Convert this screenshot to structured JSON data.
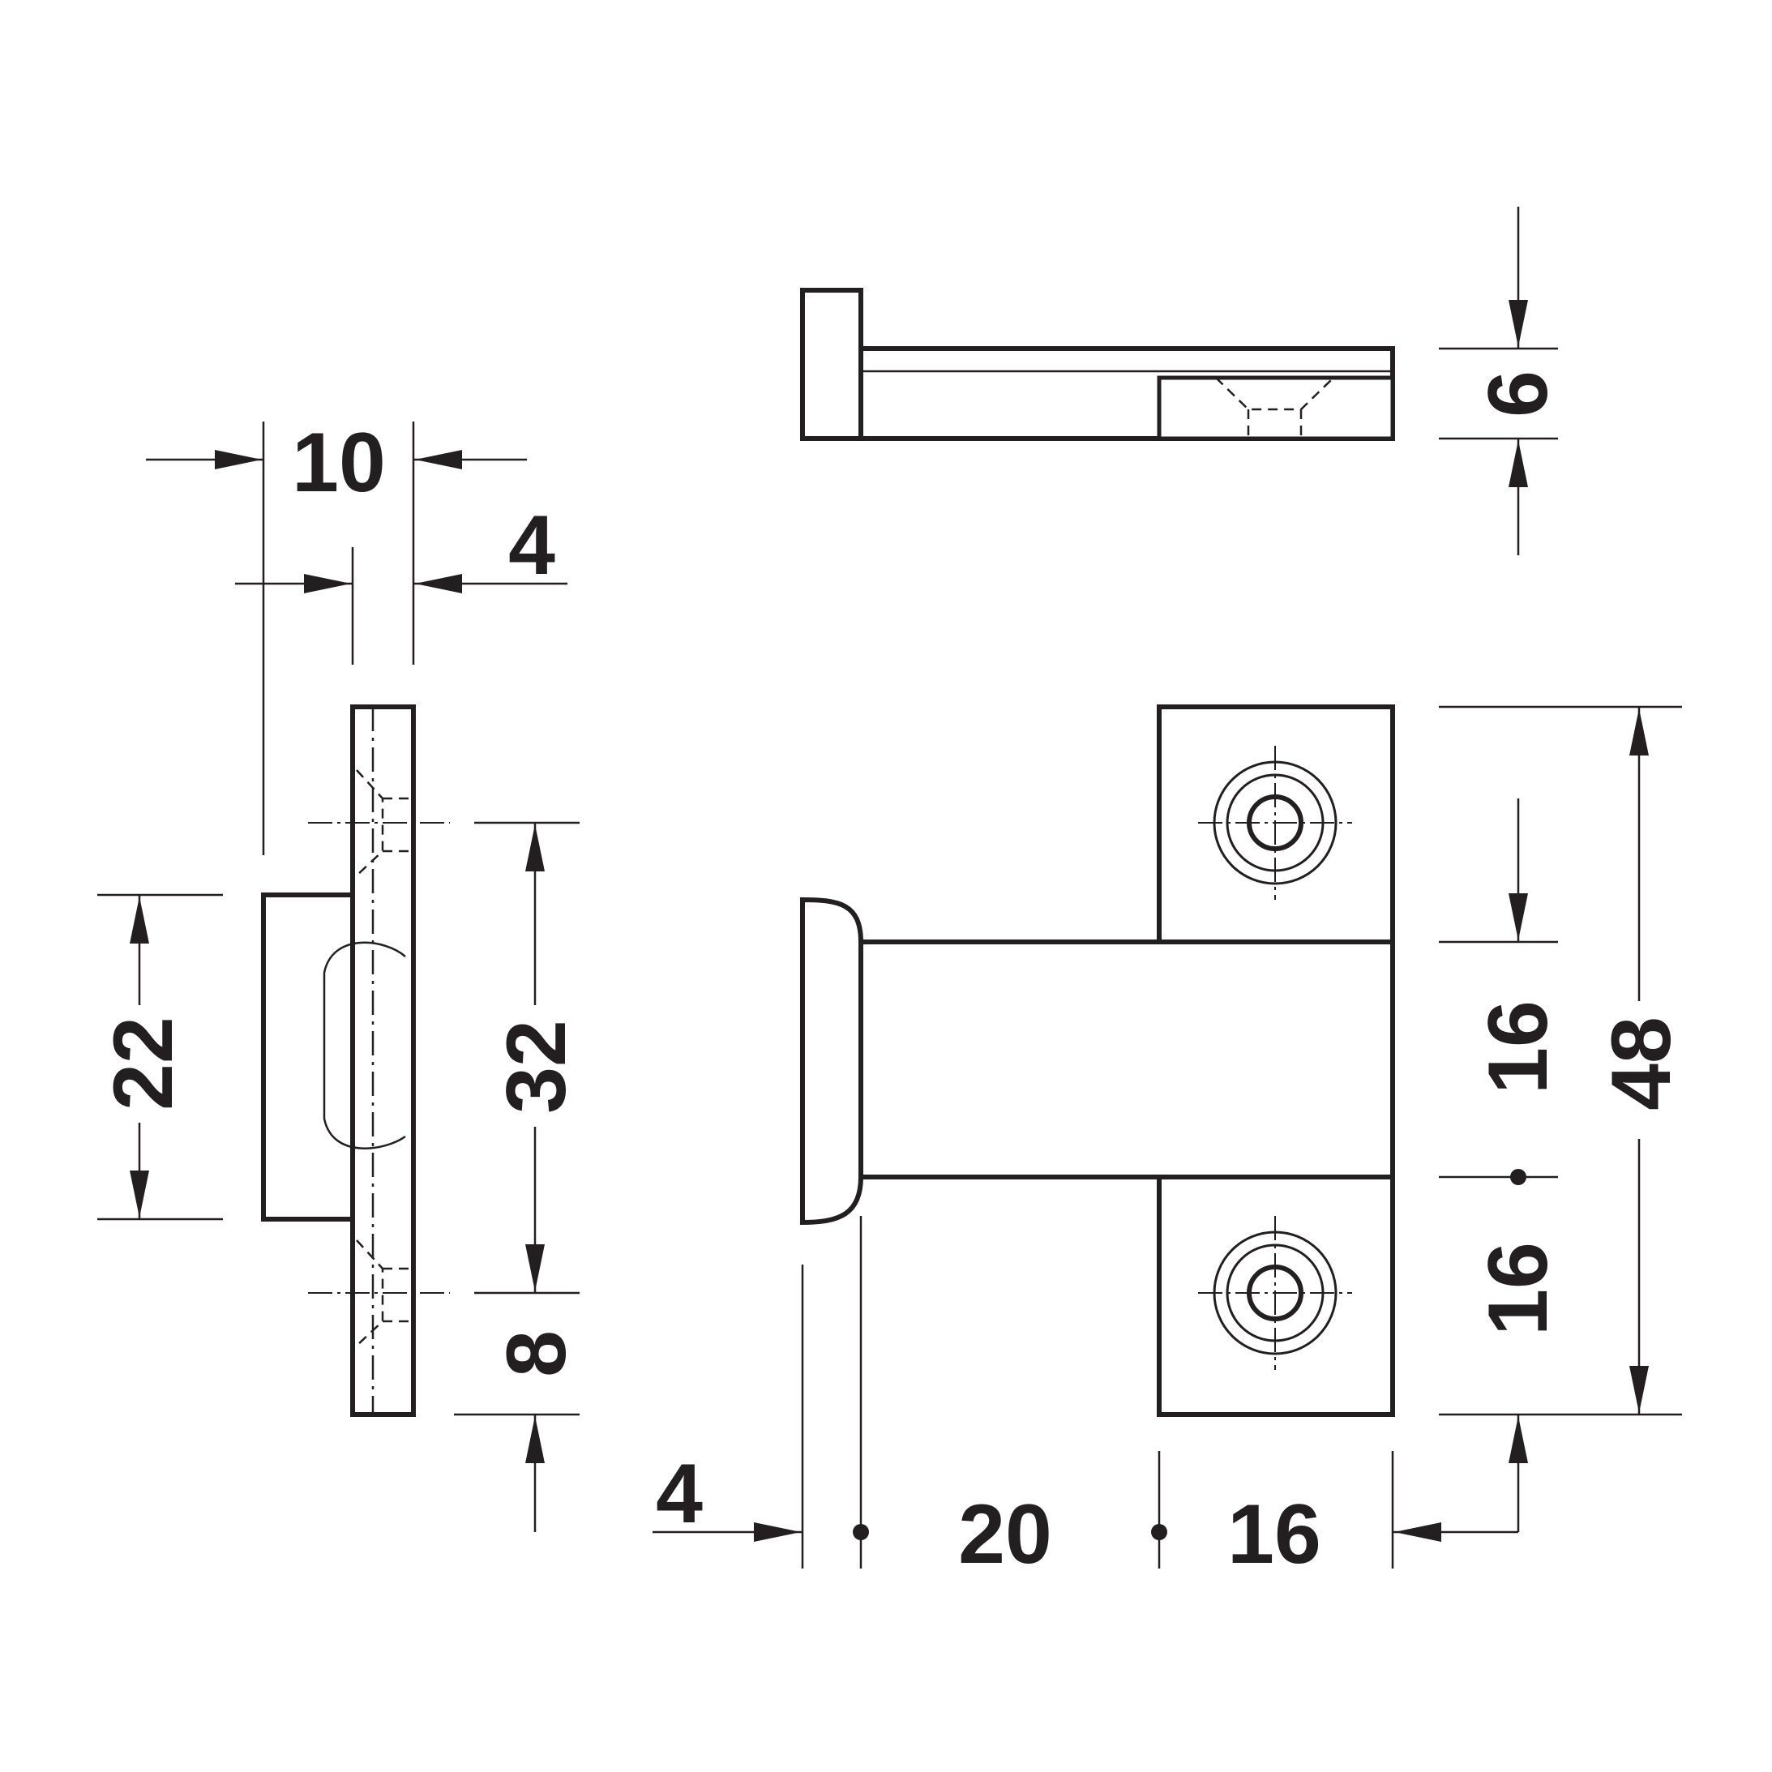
{
  "dimensions": {
    "side_width_total": "10",
    "side_plate_thickness": "4",
    "side_height": "22",
    "side_hole_spacing": "32",
    "side_hole_edge": "8",
    "top_thickness": "6",
    "front_hole_spacing_upper": "16",
    "front_hole_spacing_lower": "16",
    "front_total_height": "48",
    "front_lip": "4",
    "front_bar_length": "20",
    "front_plate_width": "16"
  }
}
